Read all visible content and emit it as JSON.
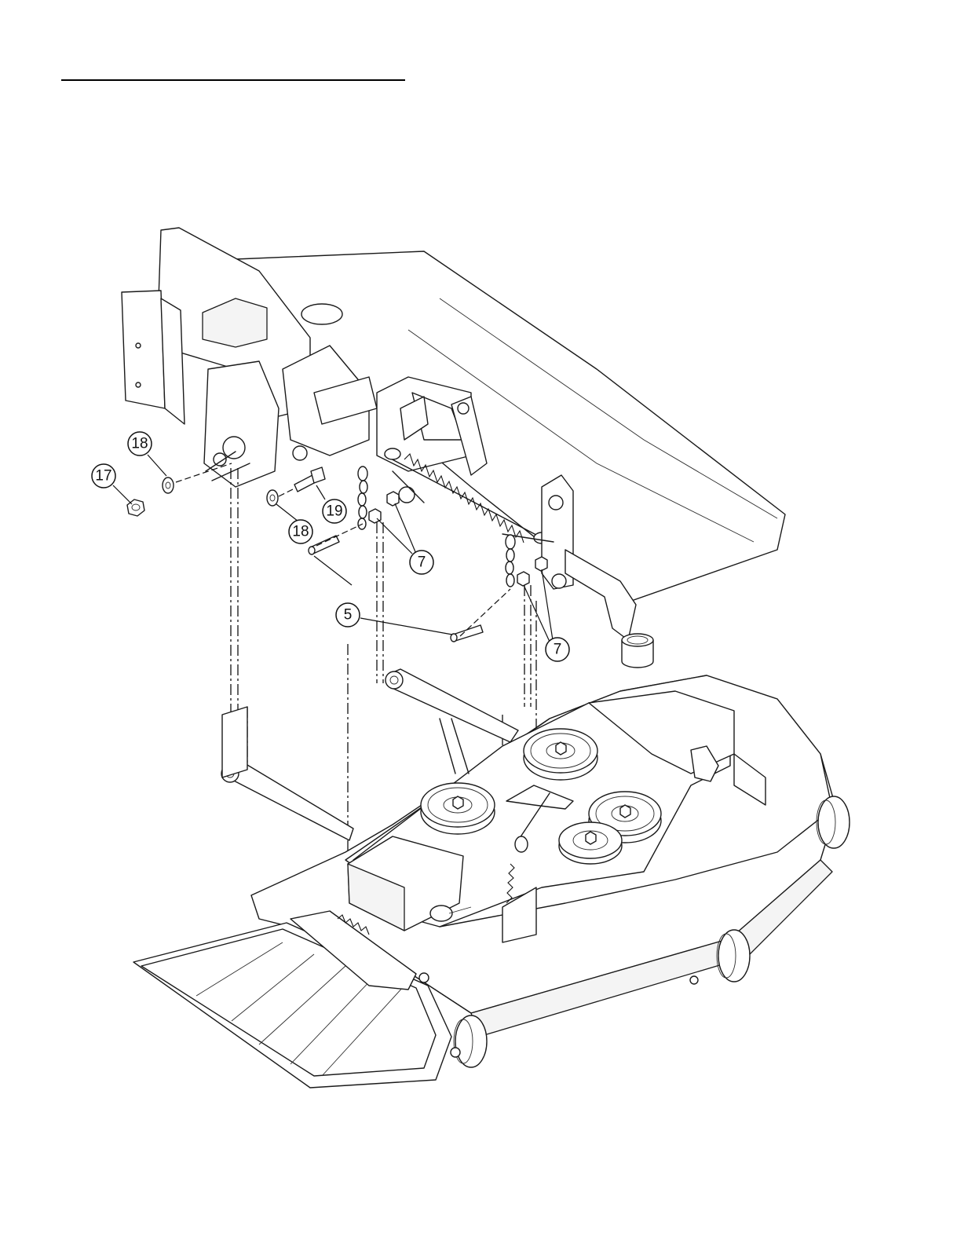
{
  "callouts": [
    {
      "id": "c17",
      "label": "17"
    },
    {
      "id": "c18a",
      "label": "18"
    },
    {
      "id": "c18b",
      "label": "18"
    },
    {
      "id": "c19",
      "label": "19"
    },
    {
      "id": "c7a",
      "label": "7"
    },
    {
      "id": "c5",
      "label": "5"
    },
    {
      "id": "c7b",
      "label": "7"
    }
  ]
}
